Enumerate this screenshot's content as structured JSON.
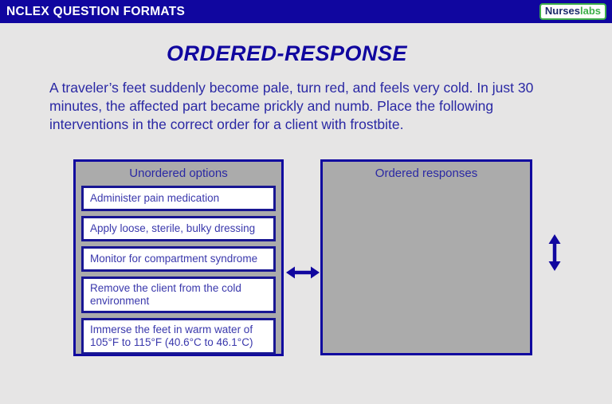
{
  "header": {
    "title": "NCLEX QUESTION FORMATS",
    "logo": {
      "part_nurses": "Nurses",
      "part_labs": "labs"
    }
  },
  "main": {
    "title": "ORDERED-RESPONSE",
    "question": "A traveler’s feet suddenly become pale, turn red, and feels very cold. In just 30 minutes, the affected part became prickly and numb. Place the following interventions in the correct order for a client with frostbite."
  },
  "panels": {
    "unordered": {
      "title": "Unordered options",
      "options": [
        "Administer pain medication",
        "Apply loose, sterile, bulky dressing",
        "Monitor for compartment syndrome",
        "Remove the client from the cold environment",
        "Immerse the feet in warm water of 105°F to 115°F (40.6°C to 46.1°C)"
      ]
    },
    "ordered": {
      "title": "Ordered responses"
    }
  },
  "icons": {
    "horizontal_arrow": "left-right-arrow",
    "vertical_arrow": "up-down-arrow"
  },
  "colors": {
    "navy": "#10069F",
    "panel_gray": "#ABABAB",
    "background": "#E6E5E5",
    "logo_green": "#3DAE49",
    "logo_navy": "#1B2A6B",
    "option_text": "#3A38AC",
    "white": "#FFFFFF"
  }
}
